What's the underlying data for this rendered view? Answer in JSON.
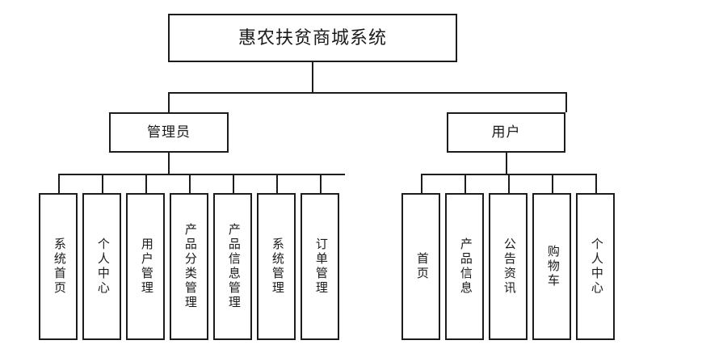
{
  "diagram": {
    "type": "tree",
    "title": "惠农扶贫商城系统",
    "root": {
      "label": "惠农扶贫商城系统"
    },
    "branches": [
      {
        "key": "admin",
        "label": "管理员",
        "leaves": [
          {
            "label": "系统首页"
          },
          {
            "label": "个人中心"
          },
          {
            "label": "用户管理"
          },
          {
            "label": "产品分类管理"
          },
          {
            "label": "产品信息管理"
          },
          {
            "label": "系统管理"
          },
          {
            "label": "订单管理"
          }
        ]
      },
      {
        "key": "user",
        "label": "用户",
        "leaves": [
          {
            "label": "首页"
          },
          {
            "label": "产品信息"
          },
          {
            "label": "公告资讯"
          },
          {
            "label": "购物车"
          },
          {
            "label": "个人中心"
          }
        ]
      }
    ],
    "colors": {
      "stroke": "#1c1c1c",
      "fill": "#ffffff",
      "text": "#1a1a1a"
    }
  }
}
